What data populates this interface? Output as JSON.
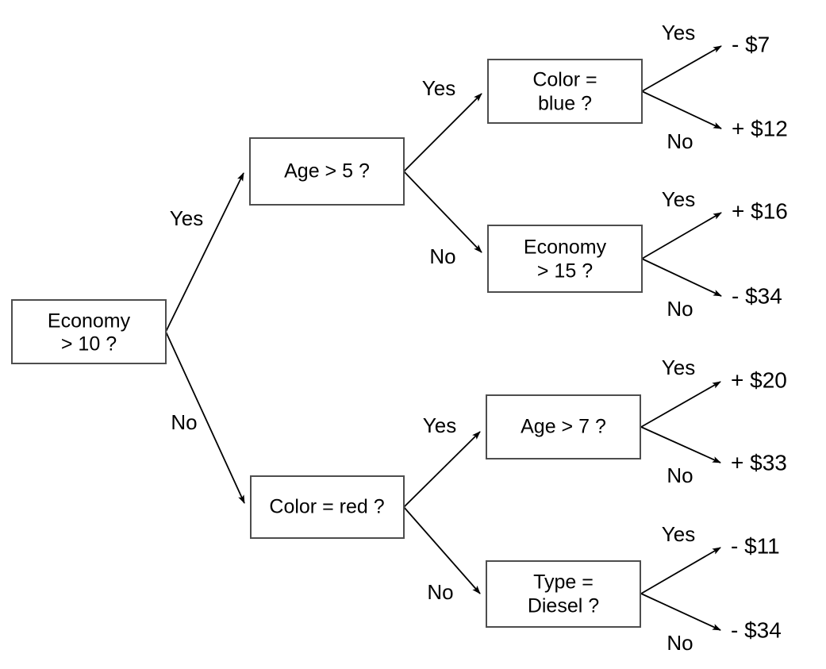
{
  "diagram": {
    "type": "decision-tree",
    "title": "",
    "root": {
      "id": "root",
      "label_line1": "Economy",
      "label_line2": "> 10 ?",
      "question": "Economy > 10 ?"
    },
    "nodes": [
      {
        "id": "age-gt-5",
        "label_line1": "Age > 5 ?",
        "label_line2": "",
        "question": "Age > 5 ?",
        "parent": "root",
        "branch": "Yes"
      },
      {
        "id": "color-red",
        "label_line1": "Color = red ?",
        "label_line2": "",
        "question": "Color = red ?",
        "parent": "root",
        "branch": "No"
      },
      {
        "id": "color-blue",
        "label_line1": "Color =",
        "label_line2": "blue ?",
        "question": "Color = blue ?",
        "parent": "age-gt-5",
        "branch": "Yes"
      },
      {
        "id": "economy-gt-15",
        "label_line1": "Economy",
        "label_line2": "> 15 ?",
        "question": "Economy > 15 ?",
        "parent": "age-gt-5",
        "branch": "No"
      },
      {
        "id": "age-gt-7",
        "label_line1": "Age > 7 ?",
        "label_line2": "",
        "question": "Age > 7 ?",
        "parent": "color-red",
        "branch": "Yes"
      },
      {
        "id": "type-diesel",
        "label_line1": "Type =",
        "label_line2": "Diesel ?",
        "question": "Type = Diesel ?",
        "parent": "color-red",
        "branch": "No"
      }
    ],
    "leaves": [
      {
        "id": "leaf-1",
        "value": "- $7",
        "parent": "color-blue",
        "branch": "Yes"
      },
      {
        "id": "leaf-2",
        "value": "+ $12",
        "parent": "color-blue",
        "branch": "No"
      },
      {
        "id": "leaf-3",
        "value": "+ $16",
        "parent": "economy-gt-15",
        "branch": "Yes"
      },
      {
        "id": "leaf-4",
        "value": "- $34",
        "parent": "economy-gt-15",
        "branch": "No"
      },
      {
        "id": "leaf-5",
        "value": "+ $20",
        "parent": "age-gt-7",
        "branch": "Yes"
      },
      {
        "id": "leaf-6",
        "value": "+ $33",
        "parent": "age-gt-7",
        "branch": "No"
      },
      {
        "id": "leaf-7",
        "value": "- $11",
        "parent": "type-diesel",
        "branch": "Yes"
      },
      {
        "id": "leaf-8",
        "value": "- $34",
        "parent": "type-diesel",
        "branch": "No"
      }
    ],
    "edge_labels": {
      "root_yes": "Yes",
      "root_no": "No",
      "age5_yes": "Yes",
      "age5_no": "No",
      "red_yes": "Yes",
      "red_no": "No",
      "blue_yes": "Yes",
      "blue_no": "No",
      "eco15_yes": "Yes",
      "eco15_no": "No",
      "age7_yes": "Yes",
      "age7_no": "No",
      "diesel_yes": "Yes",
      "diesel_no": "No"
    },
    "colors": {
      "background": "#ffffff",
      "box_fill": "#ffffff",
      "box_stroke": "#4d4d4d",
      "edge_stroke": "#000000",
      "text": "#000000"
    }
  }
}
